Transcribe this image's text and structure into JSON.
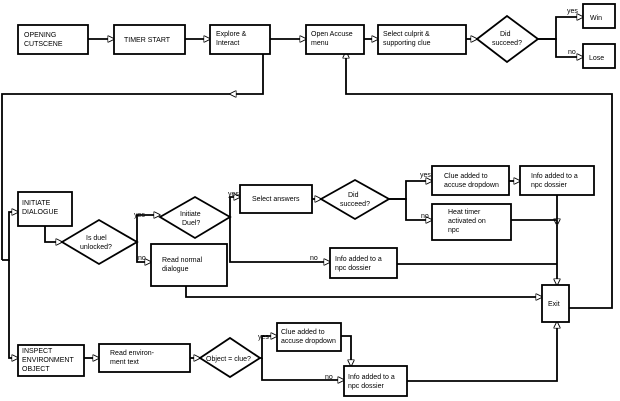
{
  "nodes": {
    "opening_cutscene": [
      "OPENING",
      "CUTSCENE"
    ],
    "timer_start": [
      "TIMER START"
    ],
    "explore_interact": [
      "Explore &",
      "Interact"
    ],
    "open_accuse_menu": [
      "Open Accuse",
      "menu"
    ],
    "select_culprit": [
      "Select culprit &",
      "supporting clue"
    ],
    "did_succeed_top": [
      "Did",
      "succeed?"
    ],
    "win": [
      "Win"
    ],
    "lose": [
      "Lose"
    ],
    "initiate_dialogue": [
      "INITIATE",
      "DIALOGUE"
    ],
    "is_duel_unlocked": [
      "Is duel",
      "unlocked?"
    ],
    "initiate_duel": [
      "Initiate",
      "Duel?"
    ],
    "read_normal_dialogue": [
      "Read normal",
      "dialogue"
    ],
    "select_answers": [
      "Select answers"
    ],
    "did_succeed_duel": [
      "Did",
      "succeed?"
    ],
    "clue_added_duel": [
      "Clue added to",
      "accuse dropdown"
    ],
    "info_added_duel": [
      "Info added to a",
      "npc dossier"
    ],
    "heat_timer": [
      "Heat timer",
      "activated on",
      "npc"
    ],
    "info_added_mid": [
      "Info added to a",
      "npc dossier"
    ],
    "exit": [
      "Exit"
    ],
    "inspect_object": [
      "INSPECT",
      "ENVIRONMENT",
      "OBJECT"
    ],
    "read_env_text": [
      "Read environ-",
      "ment text"
    ],
    "object_is_clue": [
      "Object = clue?"
    ],
    "clue_added_inspect": [
      "Clue added to",
      "accuse dropdown"
    ],
    "info_added_inspect": [
      "Info added to a",
      "npc dossier"
    ]
  },
  "branch_labels": {
    "yes": "yes",
    "no": "no"
  }
}
